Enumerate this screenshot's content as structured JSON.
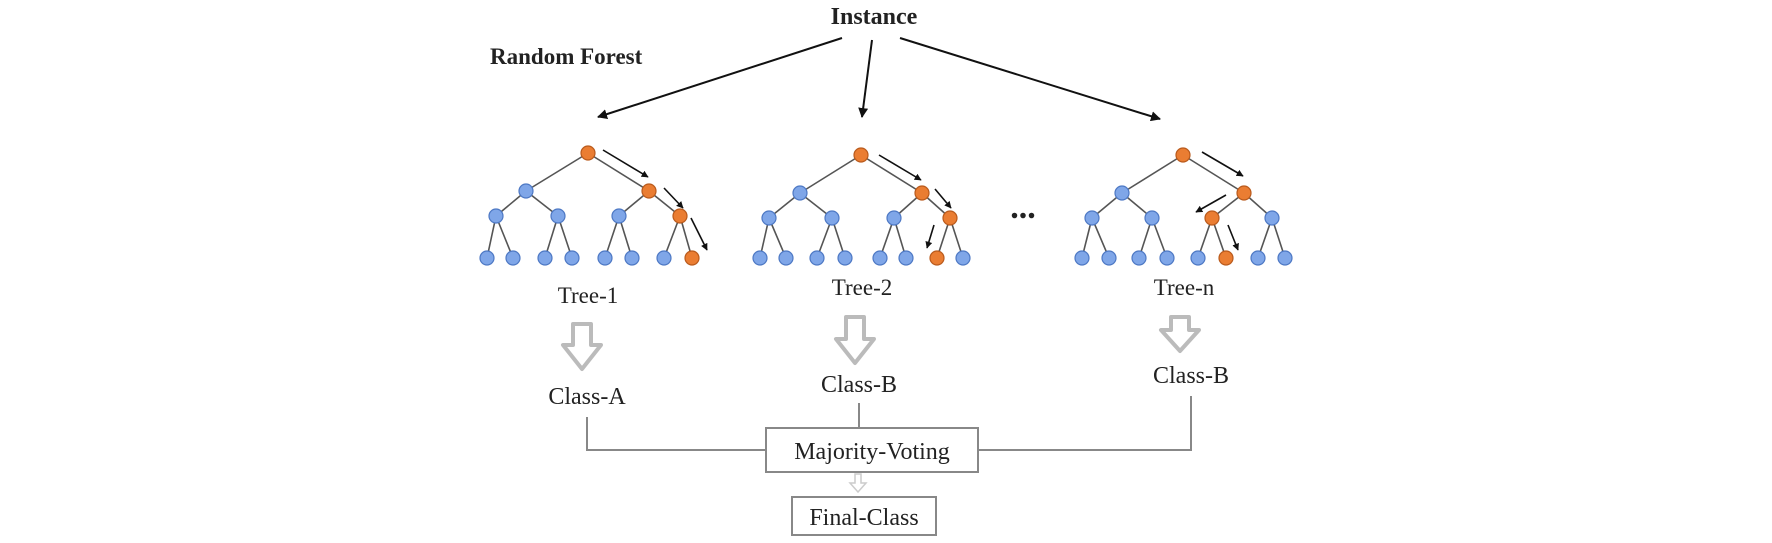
{
  "title": "Random Forest",
  "input_label": "Instance",
  "ellipsis": "...",
  "trees": [
    {
      "name": "Tree-1",
      "class": "Class-A"
    },
    {
      "name": "Tree-2",
      "class": "Class-B"
    },
    {
      "name": "Tree-n",
      "class": "Class-B"
    }
  ],
  "vote_label": "Majority-Voting",
  "final_label": "Final-Class",
  "colors": {
    "node": "#7fa6e8",
    "node_stroke": "#4d78c4",
    "path_node": "#ea7d32",
    "path_node_stroke": "#b95a1c",
    "edge": "#555555",
    "arrow": "#111111",
    "hollow_arrow": "#bbbbbb",
    "text": "#222222"
  }
}
